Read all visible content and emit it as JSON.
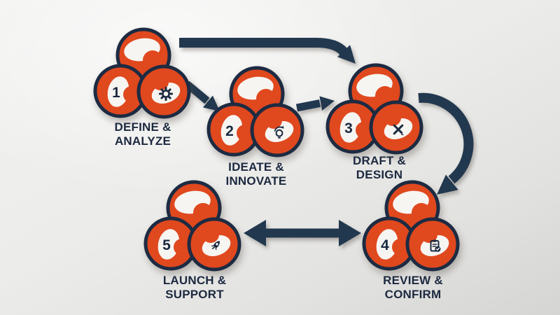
{
  "diagram": {
    "type": "process-flow",
    "steps": [
      {
        "number": "1",
        "label": [
          "DEFINE &",
          "ANALYZE"
        ],
        "icon": "gear-icon"
      },
      {
        "number": "2",
        "label": [
          "IDEATE &",
          "INNOVATE"
        ],
        "icon": "lightbulb-idea-icon"
      },
      {
        "number": "3",
        "label": [
          "DRAFT &",
          "DESIGN"
        ],
        "icon": "pencil-ruler-icon"
      },
      {
        "number": "4",
        "label": [
          "REVIEW &",
          "CONFIRM"
        ],
        "icon": "clipboard-check-icon"
      },
      {
        "number": "5",
        "label": [
          "LAUNCH &",
          "SUPPORT"
        ],
        "icon": "rocket-icon"
      }
    ],
    "connections": [
      {
        "from": "1",
        "to": "3",
        "style": "long-elbow-arrow-top"
      },
      {
        "from": "1",
        "to": "2",
        "style": "short-diagonal-arrow"
      },
      {
        "from": "2",
        "to": "3",
        "style": "short-arrow"
      },
      {
        "from": "3",
        "to": "4",
        "style": "curved-clockwise-arrow"
      },
      {
        "from": "4",
        "to": "5",
        "style": "double-headed-arrow"
      }
    ],
    "colors": {
      "orange": "#e0481e",
      "ring_navy": "#1d2b42",
      "arrow_navy": "#22384f",
      "blob_white": "#f7f5f1",
      "label_navy": "#1c2940",
      "background": "#ececea"
    }
  }
}
